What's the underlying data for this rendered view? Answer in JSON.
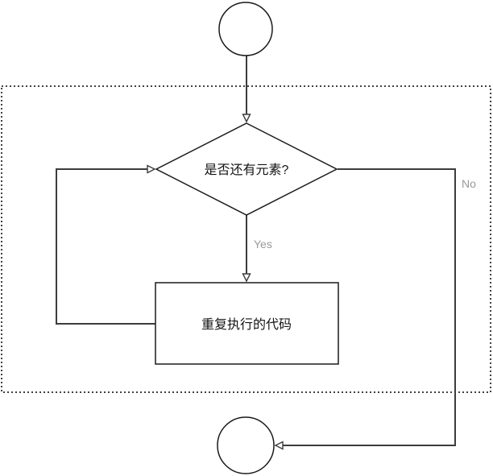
{
  "diagram": {
    "type": "flowchart",
    "nodes": {
      "start": {
        "shape": "circle",
        "label": ""
      },
      "decision": {
        "shape": "diamond",
        "label": "是否还有元素?"
      },
      "process": {
        "shape": "rectangle",
        "label": "重复执行的代码"
      },
      "end": {
        "shape": "circle",
        "label": ""
      }
    },
    "edges": {
      "start_to_decision": {
        "from": "start",
        "to": "decision",
        "label": ""
      },
      "decision_to_process": {
        "from": "decision",
        "to": "process",
        "label": "Yes"
      },
      "process_to_decision": {
        "from": "process",
        "to": "decision",
        "label": ""
      },
      "decision_to_end": {
        "from": "decision",
        "to": "end",
        "label": "No"
      }
    },
    "loop_region": {
      "style": "dotted-border"
    },
    "colors": {
      "background": "#ffffff",
      "shape_stroke": "#1a1a1a",
      "shape_fill": "#ffffff",
      "edge_stroke": "#3c3c3c",
      "dotted_frame_stroke": "#424242",
      "edge_label_text": "#999999",
      "node_label_text": "#141414"
    }
  }
}
